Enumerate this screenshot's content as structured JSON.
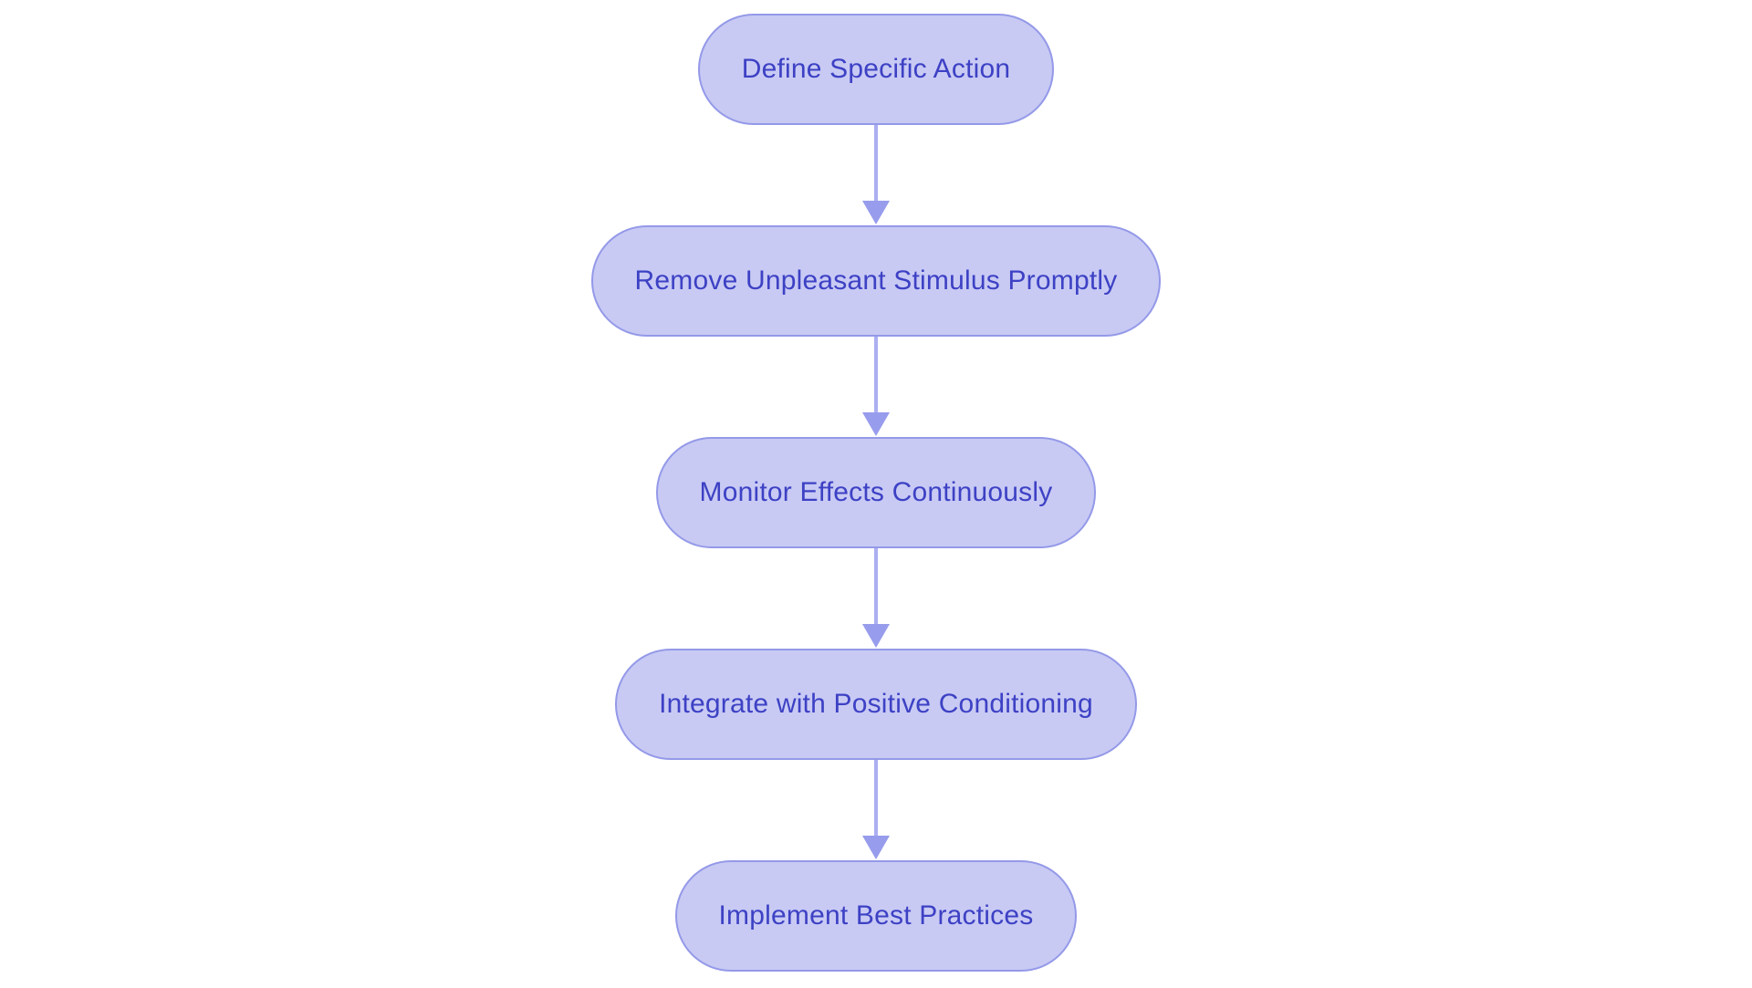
{
  "diagram": {
    "type": "flowchart",
    "direction": "top-down",
    "nodes": [
      {
        "id": "n1",
        "label": "Define Specific Action"
      },
      {
        "id": "n2",
        "label": "Remove Unpleasant Stimulus Promptly"
      },
      {
        "id": "n3",
        "label": "Monitor Effects Continuously"
      },
      {
        "id": "n4",
        "label": "Integrate with Positive Conditioning"
      },
      {
        "id": "n5",
        "label": "Implement Best Practices"
      }
    ],
    "edges": [
      {
        "from": "n1",
        "to": "n2"
      },
      {
        "from": "n2",
        "to": "n3"
      },
      {
        "from": "n3",
        "to": "n4"
      },
      {
        "from": "n4",
        "to": "n5"
      }
    ],
    "colors": {
      "node_fill": "#c8caf4",
      "node_border": "#9499e8",
      "node_text": "#3d41c4",
      "arrow_line": "#abaff1",
      "arrow_head": "#979ced",
      "background": "#ffffff"
    }
  }
}
